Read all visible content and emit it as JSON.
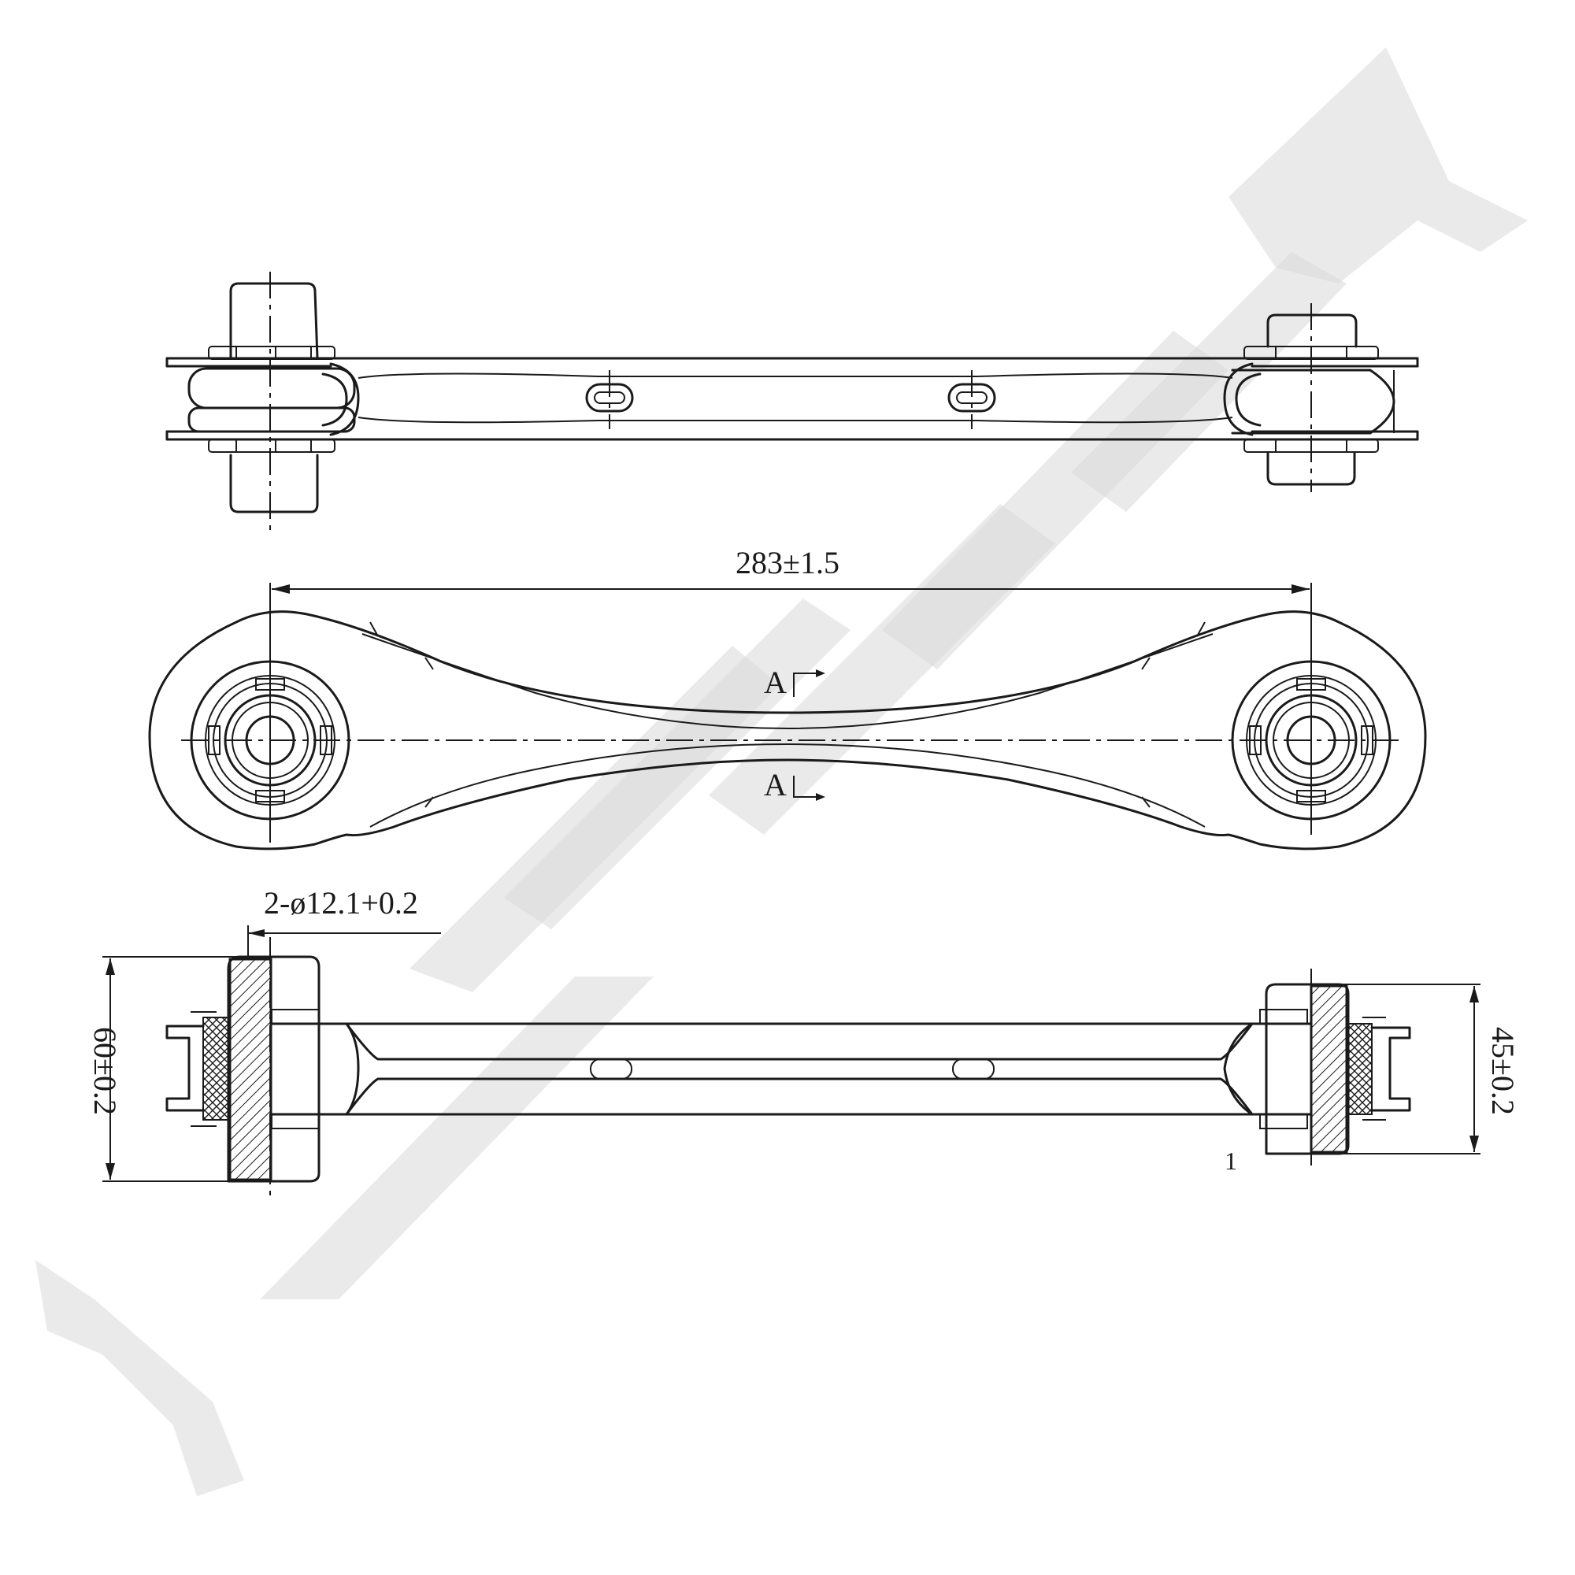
{
  "dimensions": {
    "overall_length": "283±1.5",
    "bore": "2-ø12.1+0.2",
    "height_left": "60±0.2",
    "height_right": "45±0.2"
  },
  "section_marks": {
    "top": "A",
    "bottom": "A"
  },
  "callout": "1",
  "colors": {
    "line": "#1a1a1a",
    "watermark": "#d9d9d9"
  }
}
